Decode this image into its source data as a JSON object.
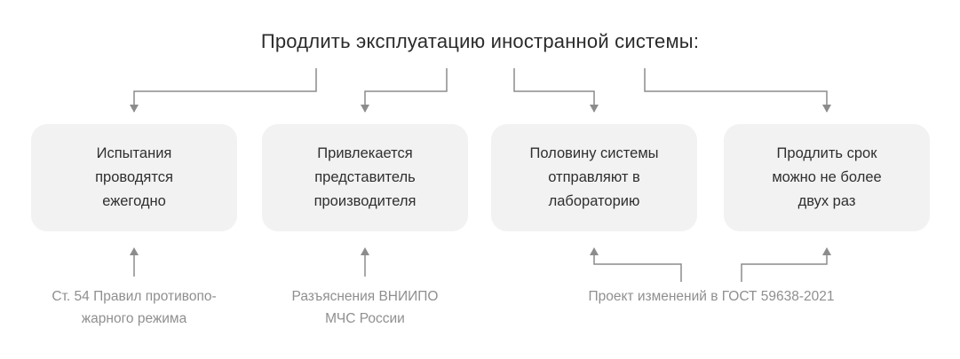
{
  "title": "Продлить эксплуатацию иностранной системы:",
  "boxes": [
    {
      "lines": [
        "Испытания",
        "проводятся",
        "ежегодно"
      ]
    },
    {
      "lines": [
        "Привлекается",
        "представитель",
        "производителя"
      ]
    },
    {
      "lines": [
        "Половину системы",
        "отправляют в",
        "лабораторию"
      ]
    },
    {
      "lines": [
        "Продлить срок",
        "можно не более",
        "двух раз"
      ]
    }
  ],
  "sources": [
    {
      "lines": [
        "Ст. 54 Правил противопо-",
        "жарного режима"
      ]
    },
    {
      "lines": [
        "Разъяснения ВНИИПО",
        "МЧС России"
      ]
    },
    {
      "lines": [
        "Проект изменений в ГОСТ 59638-2021"
      ]
    }
  ],
  "colors": {
    "box_fill": "#f2f2f2",
    "connector": "#8c8c8c",
    "title_text": "#2b2b2b",
    "source_text": "#8f8f8f"
  }
}
